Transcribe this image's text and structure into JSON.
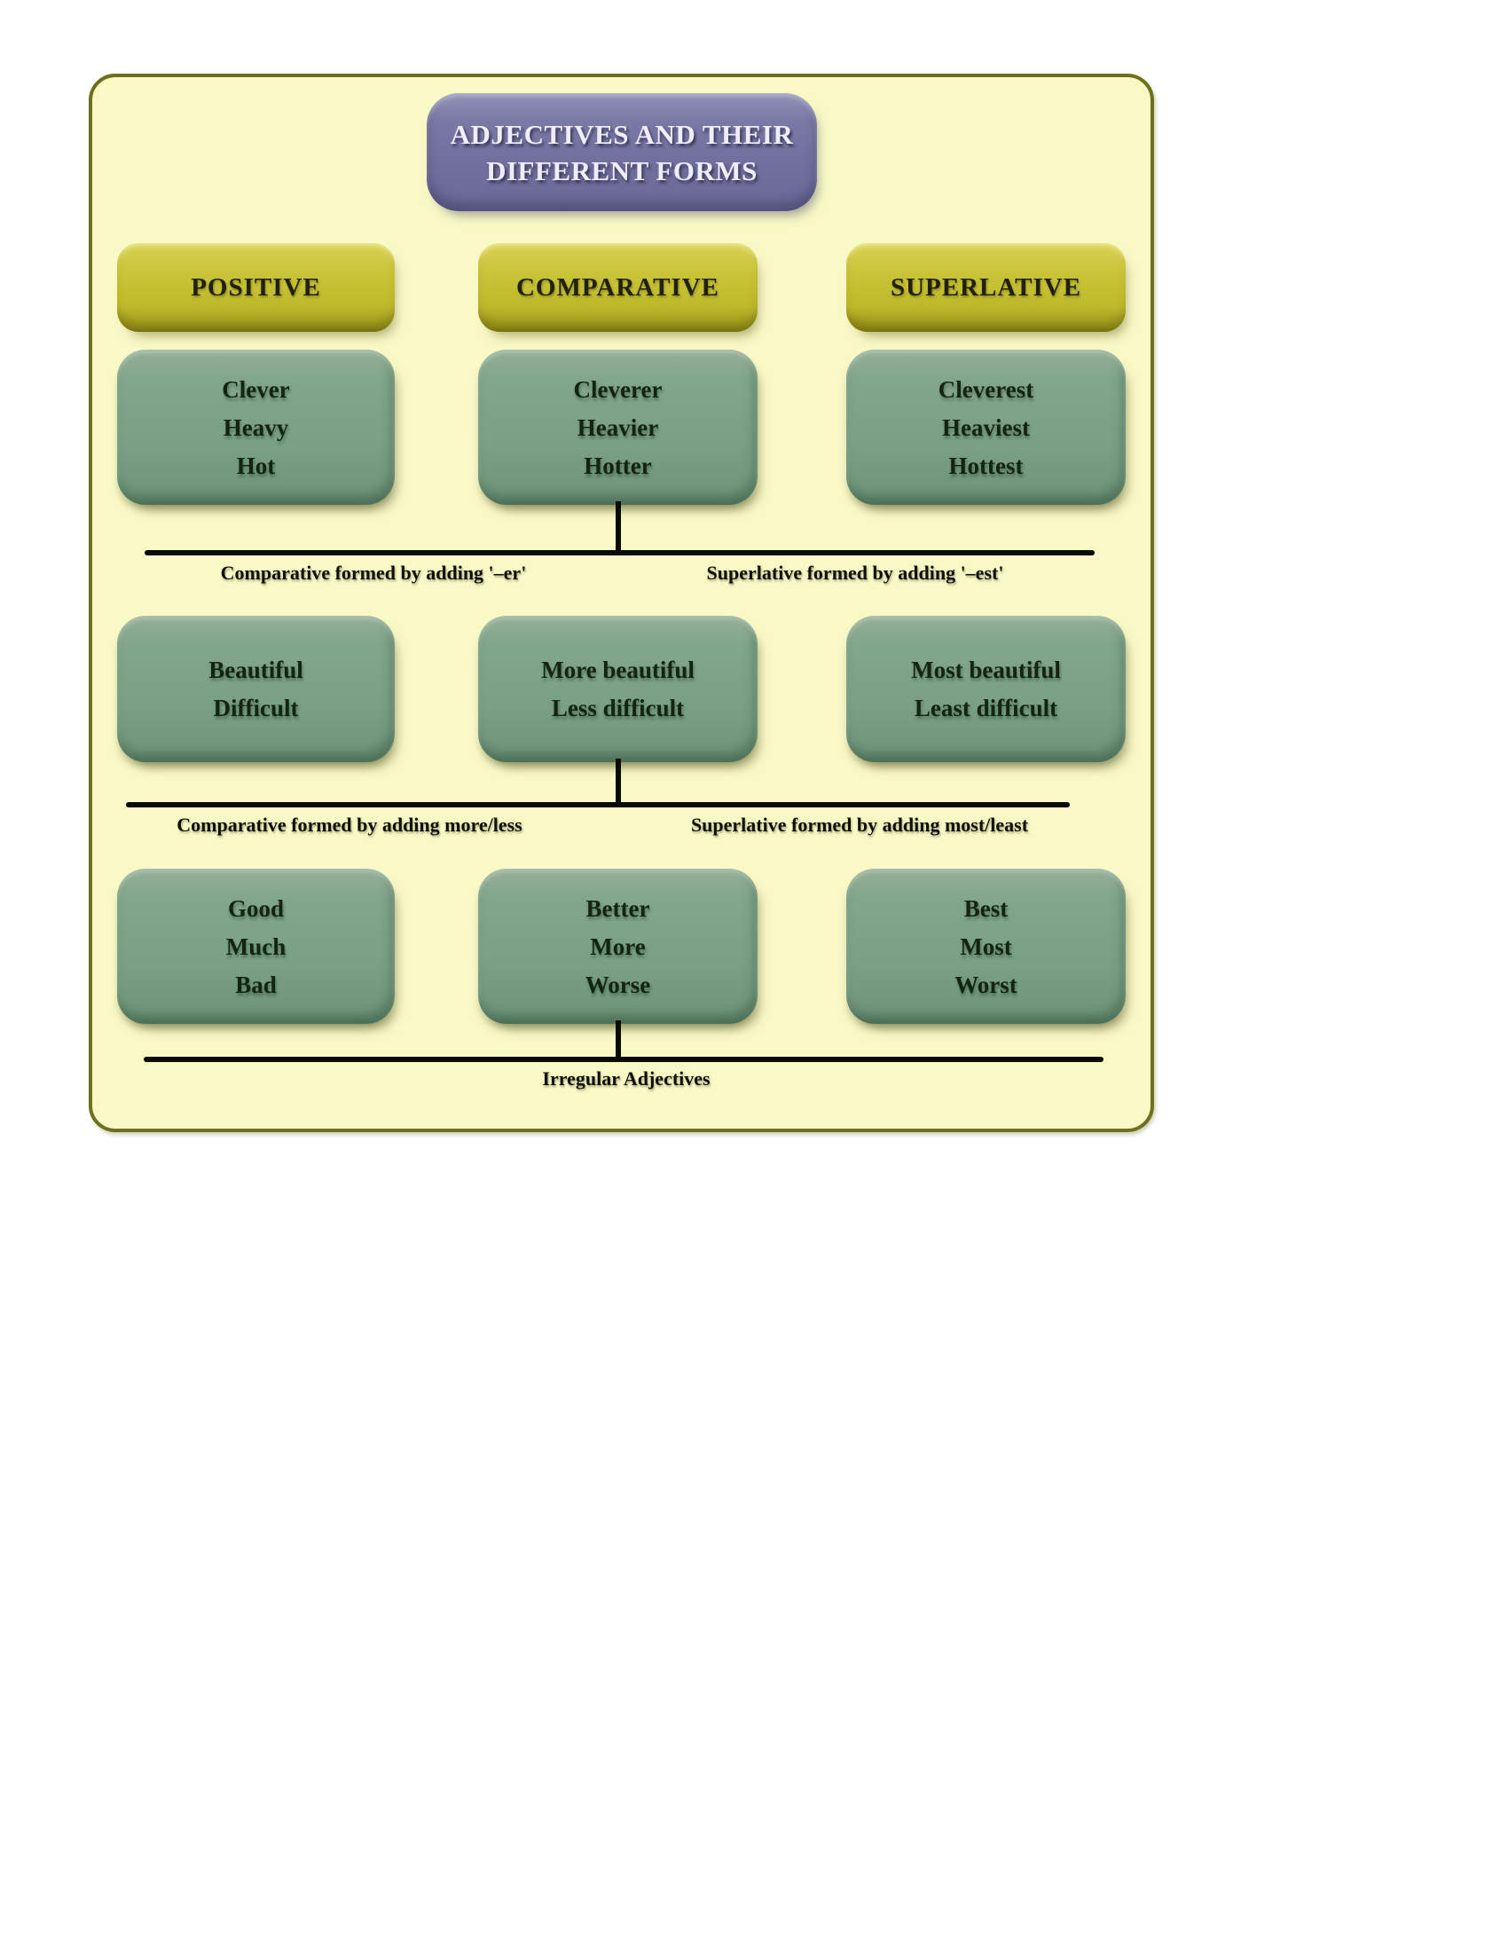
{
  "diagram": {
    "title": {
      "line1": "ADJECTIVES AND THEIR",
      "line2": "DIFFERENT FORMS"
    },
    "headers": [
      "POSITIVE",
      "COMPARATIVE",
      "SUPERLATIVE"
    ],
    "rows": [
      {
        "cells": [
          [
            "Clever",
            "Heavy",
            "Hot"
          ],
          [
            "Cleverer",
            "Heavier",
            "Hotter"
          ],
          [
            "Cleverest",
            "Heaviest",
            "Hottest"
          ]
        ],
        "left_label": "Comparative formed by adding '–er'",
        "right_label": "Superlative formed by adding '–est'"
      },
      {
        "cells": [
          [
            "Beautiful",
            "Difficult"
          ],
          [
            "More beautiful",
            "Less difficult"
          ],
          [
            "Most beautiful",
            "Least difficult"
          ]
        ],
        "left_label": "Comparative formed by adding more/less",
        "right_label": "Superlative formed by adding most/least"
      },
      {
        "cells": [
          [
            "Good",
            "Much",
            "Bad"
          ],
          [
            "Better",
            "More",
            "Worse"
          ],
          [
            "Best",
            "Most",
            "Worst"
          ]
        ],
        "center_label": "Irregular Adjectives"
      }
    ],
    "colors": {
      "board_background": "#f8f9c5",
      "board_border": "#6c711c",
      "title_box": "#716f9d",
      "title_text": "#efedfb",
      "header_box": "#c8c236",
      "header_text": "#21210a",
      "cell_box": "#7aa083",
      "cell_text": "#13240f",
      "line": "#0b0b06"
    }
  }
}
